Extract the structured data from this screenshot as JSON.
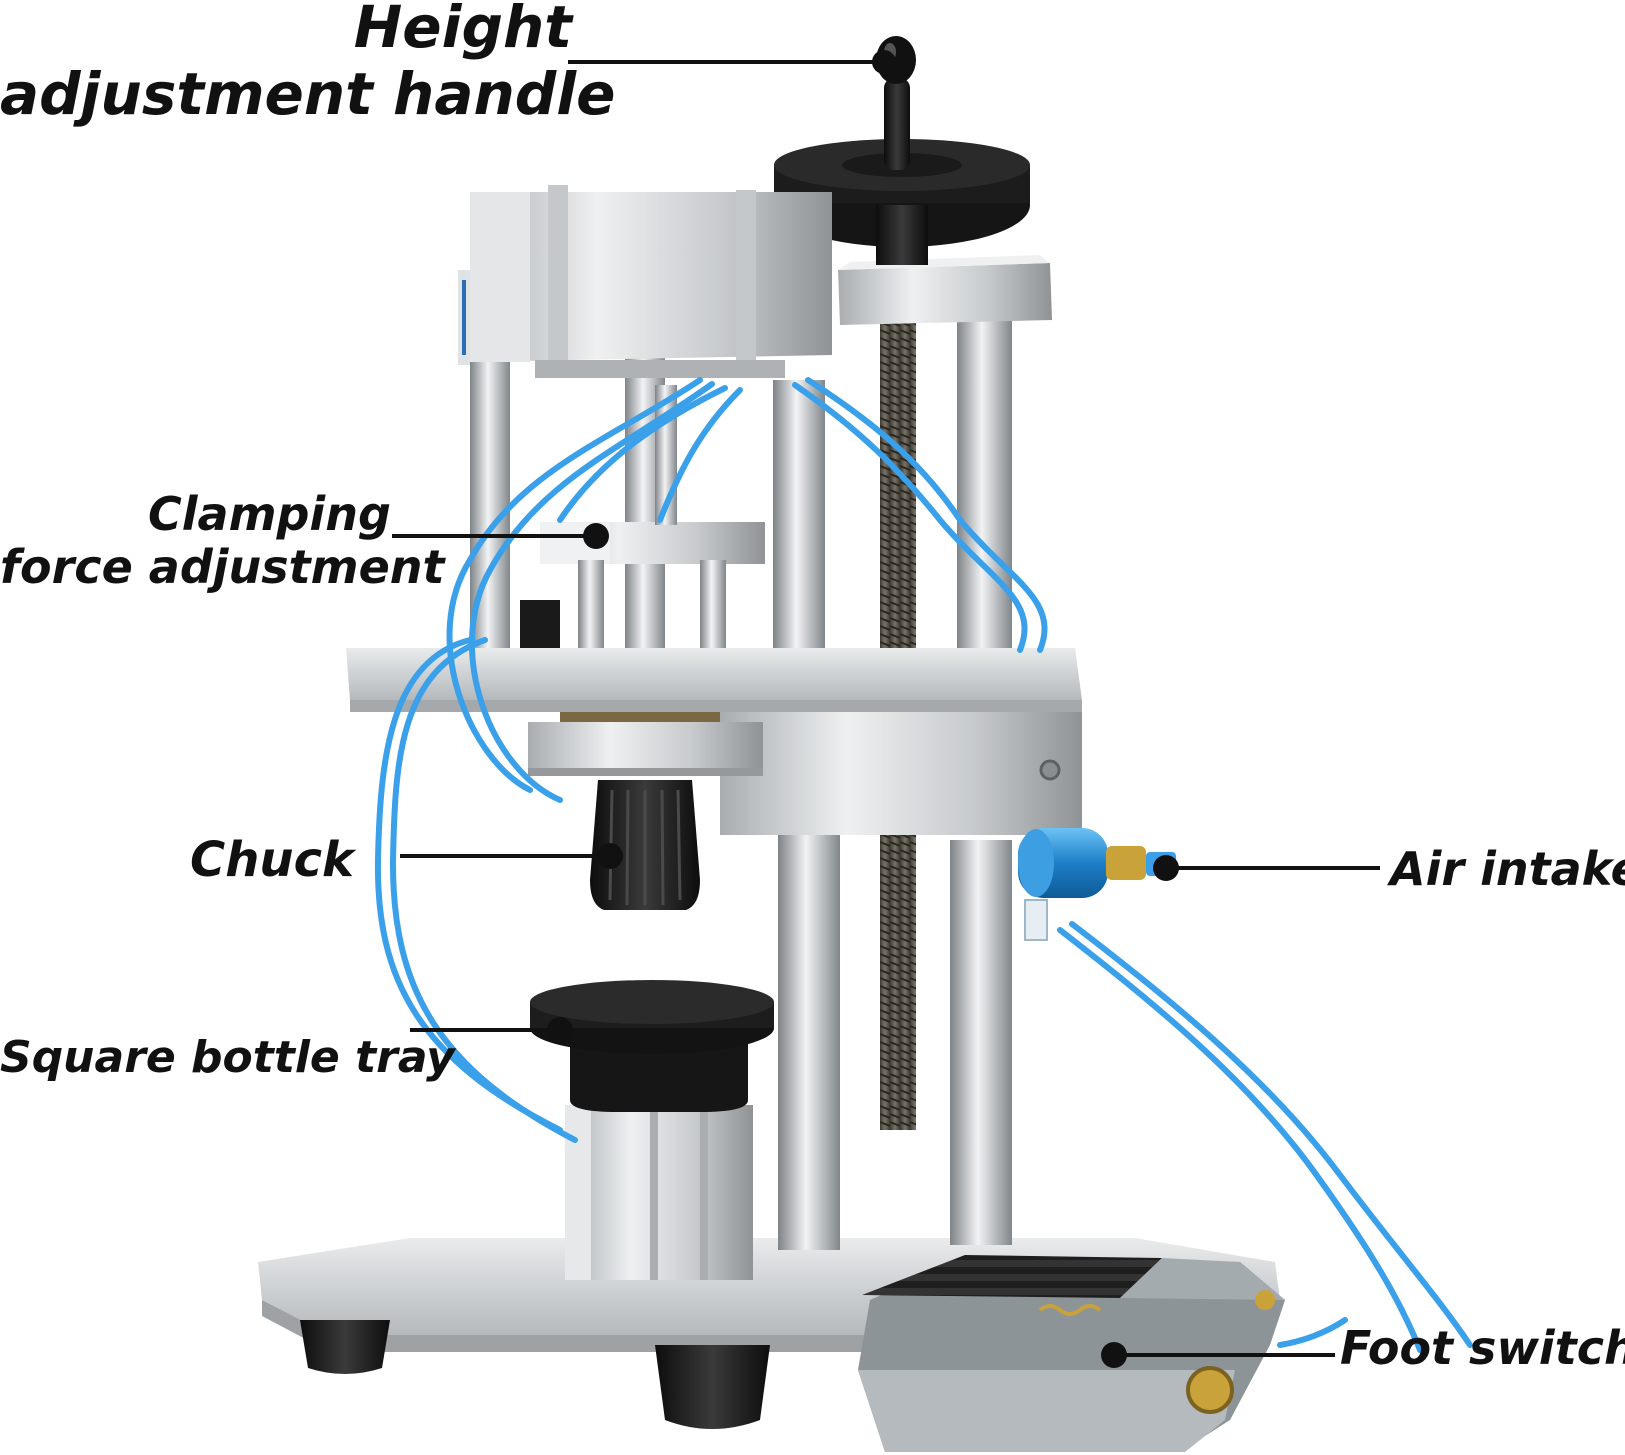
{
  "labels": {
    "height_handle": {
      "line1": "Height",
      "line2": "adjustment handle"
    },
    "clamping_force": {
      "line1": "Clamping",
      "line2": "force adjustment"
    },
    "chuck": "Chuck",
    "square_tray": "Square bottle tray",
    "air_intake": "Air intake",
    "foot_switch": "Foot switch"
  },
  "colors": {
    "metal_light": "#d7d9db",
    "metal_mid": "#b9bcbf",
    "metal_dark": "#8f9396",
    "black_part": "#1b1b1b",
    "tube_blue": "#3aa0ea",
    "fitting_blue": "#2b8fd6",
    "brass": "#c9a23a",
    "leader": "#111111"
  }
}
